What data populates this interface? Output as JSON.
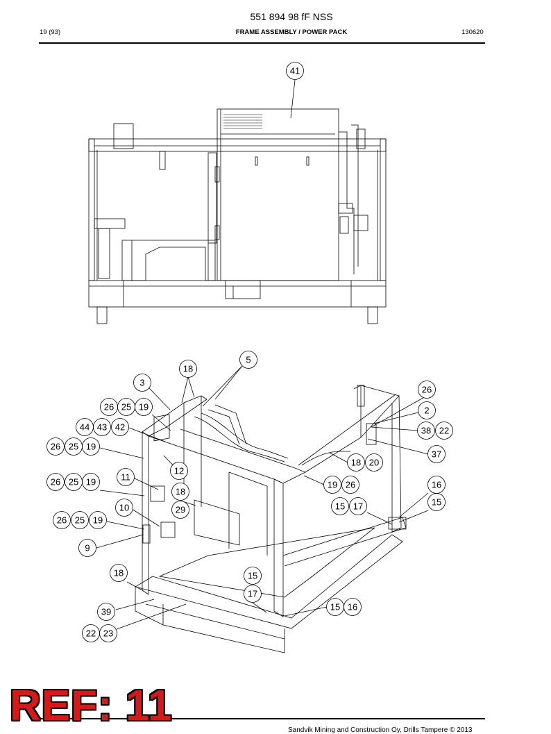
{
  "document": {
    "title": "551 894 98 fF NSS",
    "page": "19 (93)",
    "section": "FRAME ASSEMBLY / POWER PACK",
    "code": "130620"
  },
  "footer": {
    "text": "Sandvik Mining and Construction Oy, Drills Tampere © 2013",
    "ref_stamp": "REF: 11"
  },
  "callouts": {
    "top_view": [
      "41"
    ],
    "iso_view": [
      "5",
      "18",
      "3",
      "26",
      "25",
      "19",
      "44",
      "43",
      "42",
      "26",
      "25",
      "19",
      "12",
      "11",
      "26",
      "25",
      "19",
      "18",
      "29",
      "10",
      "26",
      "25",
      "19",
      "9",
      "18",
      "39",
      "22",
      "23",
      "15",
      "17",
      "26",
      "2",
      "38",
      "22",
      "37",
      "18",
      "20",
      "19",
      "26",
      "16",
      "15",
      "15",
      "17",
      "15",
      "16"
    ]
  }
}
